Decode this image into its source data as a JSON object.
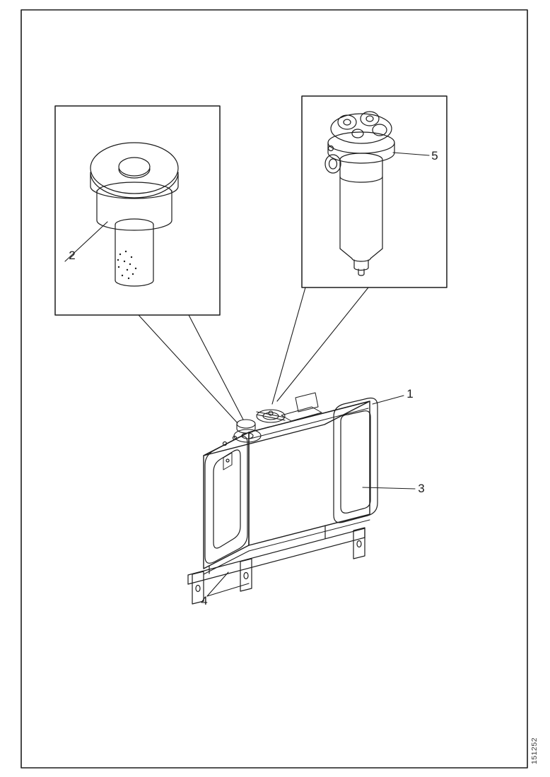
{
  "doc_number": "151252",
  "callouts": {
    "c1": "1",
    "c2": "2",
    "c3": "3",
    "c4": "4",
    "c5": "5"
  }
}
